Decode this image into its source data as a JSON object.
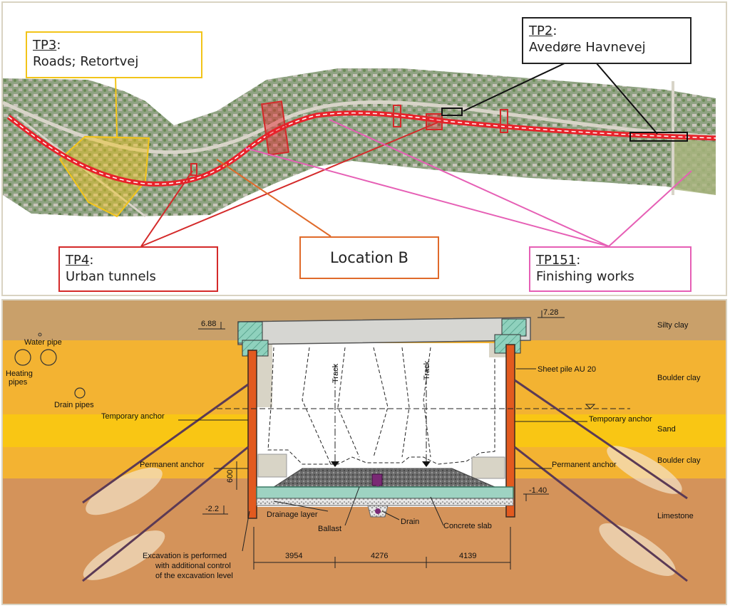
{
  "map": {
    "tp3": {
      "code": "TP3",
      "text": "Roads; Retortvej"
    },
    "tp2": {
      "code": "TP2",
      "text": "Avedøre Havnevej"
    },
    "tp4": {
      "code": "TP4",
      "text": "Urban tunnels"
    },
    "location_b": {
      "text": "Location B"
    },
    "tp151": {
      "code": "TP151",
      "text": "Finishing works"
    },
    "colors": {
      "tp3": "#f2c419",
      "tp2": "#222222",
      "tp4": "#d42a2a",
      "location_b": "#e06a2a",
      "tp151": "#e65fb5",
      "route": "#e8222a"
    }
  },
  "section": {
    "soil_layers": [
      "Silty clay",
      "Boulder clay",
      "Sand",
      "Boulder clay",
      "Limestone"
    ],
    "utilities": {
      "water_pipe": "Water pipe",
      "heating_pipes_1": "Heating",
      "heating_pipes_2": "pipes",
      "drain_pipes": "Drain pipes"
    },
    "elevations": {
      "left_top": "6.88",
      "right_top": "7.28",
      "left_bottom": "-2.2",
      "right_bottom": "-1.40"
    },
    "labels": {
      "sheet_pile": "Sheet pile AU 20",
      "temp_anchor_left": "Temporary anchor",
      "temp_anchor_right": "Temporary anchor",
      "perm_anchor_left": "Permanent anchor",
      "perm_anchor_right": "Permanent anchor",
      "track_left": "Track",
      "track_right": "Track",
      "drainage_layer": "Drainage layer",
      "ballast": "Ballast",
      "drain": "Drain",
      "concrete_slab": "Concrete slab",
      "depth_600": "600",
      "excavation_1": "Excavation is performed",
      "excavation_2": "with additional control",
      "excavation_3": "of the excavation level"
    },
    "dimensions": [
      "3954",
      "4276",
      "4139"
    ],
    "colors": {
      "silty_clay": "#c9a06a",
      "boulder_clay": "#f3b332",
      "sand": "#f9c614",
      "limestone": "#d4935a",
      "sheet_pile": "#e25a1f",
      "concrete": "#9ed3c2",
      "anchor": "#5b3a55"
    }
  }
}
